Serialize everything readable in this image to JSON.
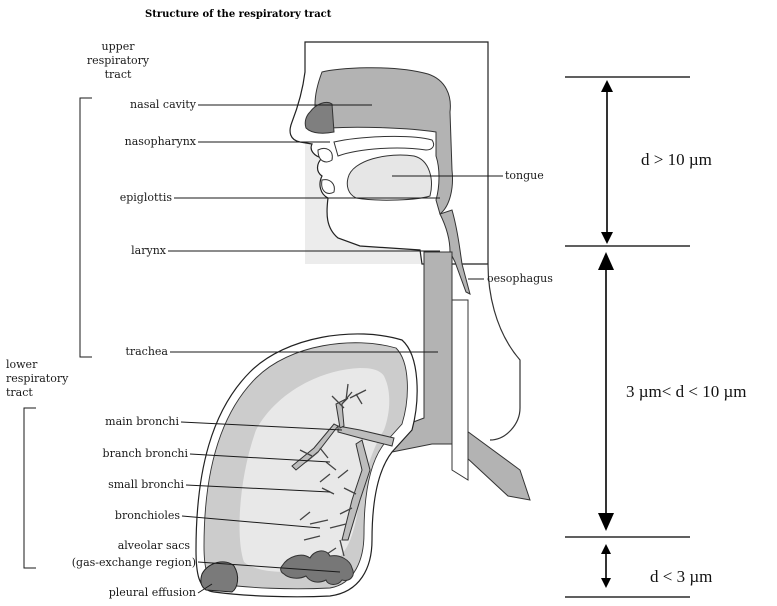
{
  "title": "Structure of the respiratory tract",
  "groups": {
    "upper": [
      "upper",
      "respiratory",
      "tract"
    ],
    "lower": [
      "lower",
      "respiratory",
      "tract"
    ]
  },
  "labels": {
    "nasal_cavity": "nasal cavity",
    "nasopharynx": "nasopharynx",
    "epiglottis": "epiglottis",
    "larynx": "larynx",
    "trachea": "trachea",
    "main_bronchi": "main bronchi",
    "branch_bronchi": "branch bronchi",
    "small_bronchi": "small bronchi",
    "bronchioles": "bronchioles",
    "alveolar_sacs": "alveolar sacs",
    "gas_exchange": "(gas-exchange region)",
    "pleural_effusion": "pleural effusion",
    "tongue": "tongue",
    "oesophagus": "oesophagus"
  },
  "size_ranges": {
    "upper": "d > 10 µm",
    "middle": "3 µm< d < 10 µm",
    "lower": "d < 3 µm"
  },
  "colors": {
    "airway": "#b3b3b3",
    "lung_tissue": "#cccccc",
    "lung_inner": "#e8e8e8",
    "head_background": "#ececec",
    "effusion": "#7a7a7a"
  }
}
